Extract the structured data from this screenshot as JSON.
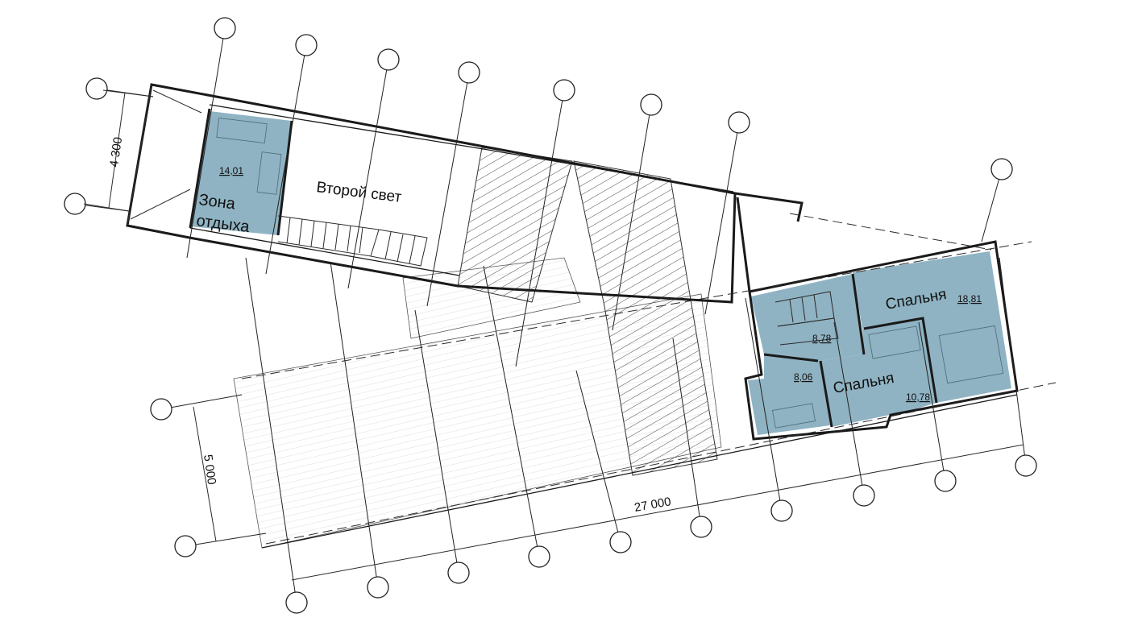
{
  "colors": {
    "room_fill": "#8fb3c3",
    "wall": "#1a1a1a",
    "background": "#ffffff"
  },
  "rooms": [
    {
      "id": "lounge",
      "name": "Зона\nотдыха",
      "name_line1": "Зона",
      "name_line2": "отдыха",
      "area": "14,01"
    },
    {
      "id": "double-height",
      "name": "Второй свет",
      "area": ""
    },
    {
      "id": "bedroom-1",
      "name": "Спальня",
      "area": "18,81"
    },
    {
      "id": "hall",
      "name": "",
      "area": "8,78"
    },
    {
      "id": "bathroom",
      "name": "",
      "area": "8,06"
    },
    {
      "id": "bedroom-2",
      "name": "Спальня",
      "area": "10,78"
    }
  ],
  "dimensions": {
    "width_left": "4 300",
    "deck_width": "5 000",
    "total_length": "27 000"
  },
  "icons": {
    "grid_bubble": "circle",
    "hatched_zone": "diagonal-hatch"
  }
}
